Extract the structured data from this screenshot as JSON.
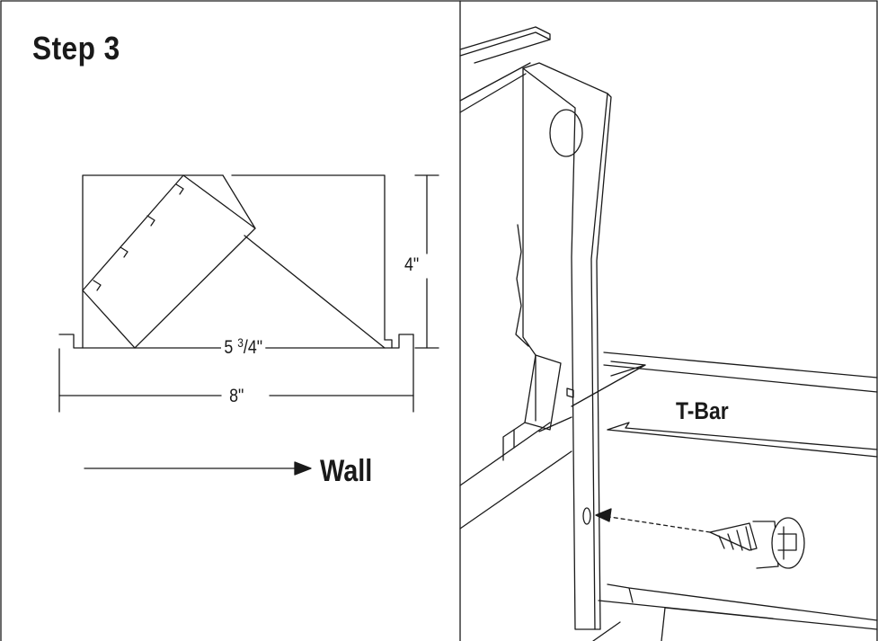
{
  "step_title": "Step 3",
  "dimensions": {
    "height": "4\"",
    "inner_width_whole": "5 ",
    "inner_width_fraction_num": "3",
    "inner_width_fraction_den": "/4\"",
    "outer_width": "8\""
  },
  "wall_label": "Wall",
  "tbar_label": "T-Bar",
  "colors": {
    "ink": "#1a1a1a",
    "background": "#ffffff"
  }
}
